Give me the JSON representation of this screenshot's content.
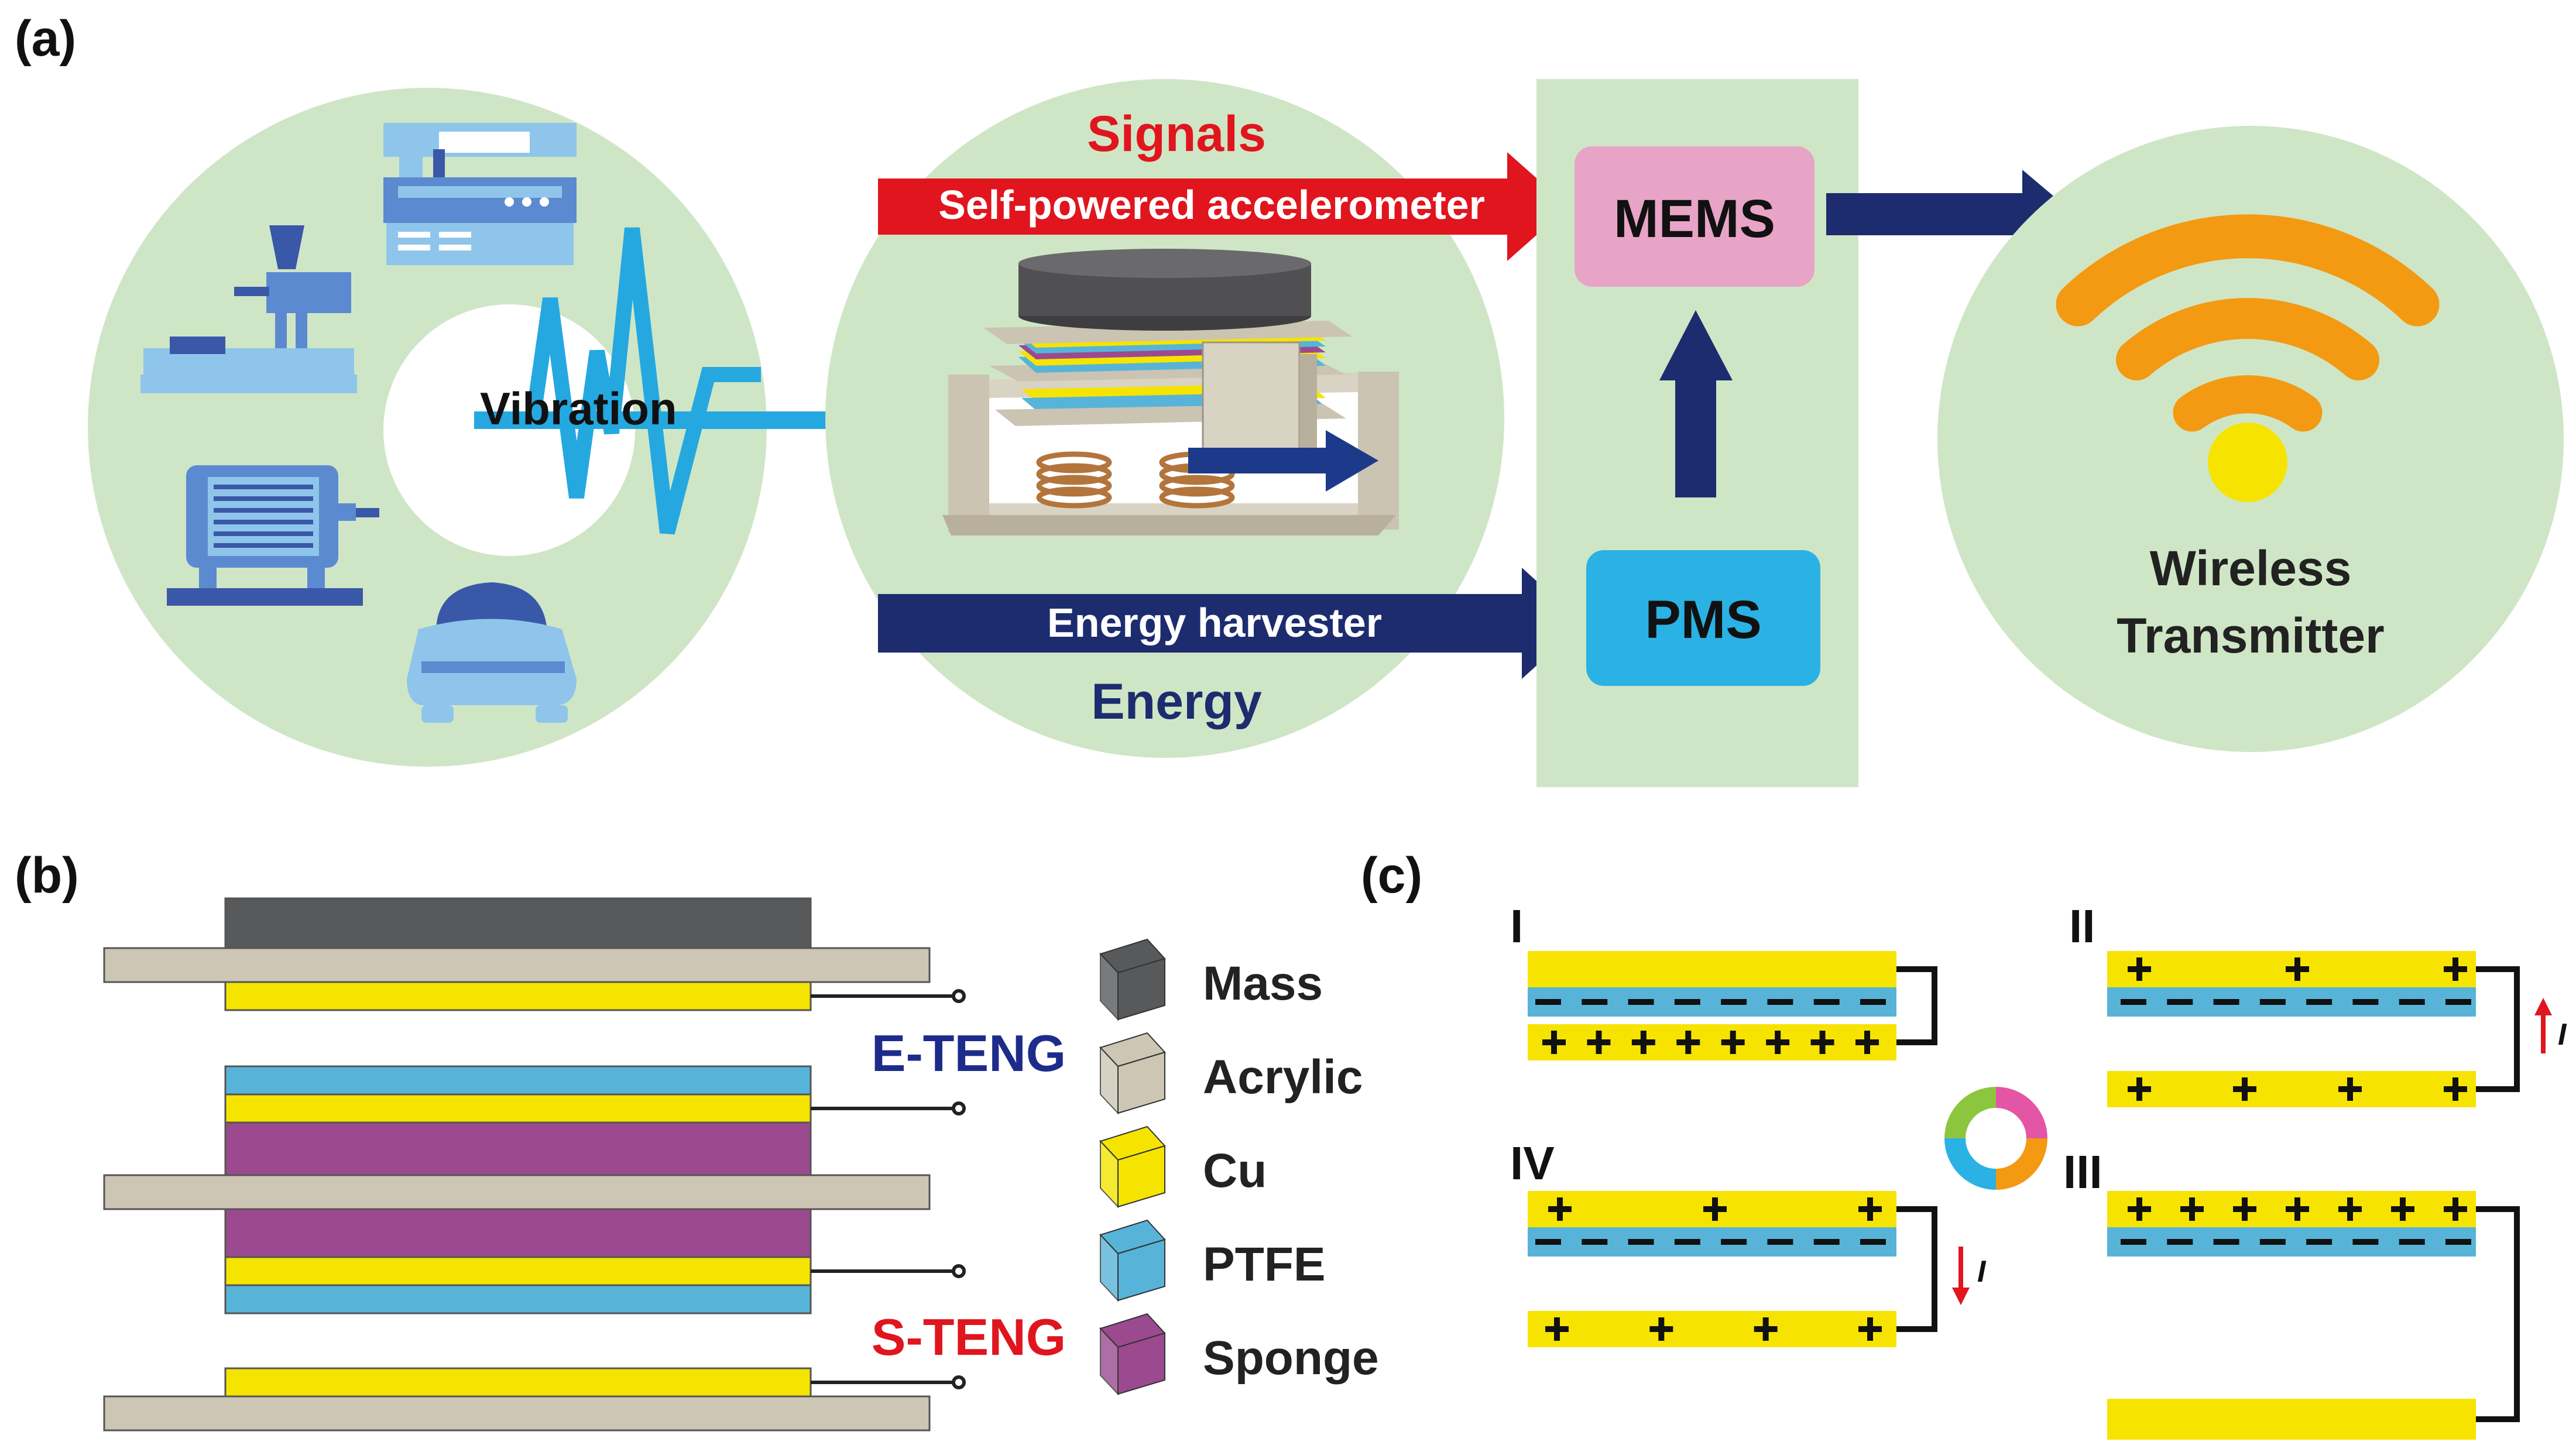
{
  "panels": {
    "a": "(a)",
    "b": "(b)",
    "c": "(c)"
  },
  "panel_a": {
    "vibration": "Vibration",
    "signals": "Signals",
    "accelerometer": "Self-powered accelerometer",
    "energy_harvester": "Energy harvester",
    "energy": "Energy",
    "mems": "MEMS",
    "pms": "PMS",
    "wireless_line1": "Wireless",
    "wireless_line2": "Transmitter"
  },
  "panel_b": {
    "e_teng": "E-TENG",
    "s_teng": "S-TENG",
    "legend": [
      {
        "label": "Mass",
        "color": "#58595b"
      },
      {
        "label": "Acrylic",
        "color": "#cdc6b4"
      },
      {
        "label": "Cu",
        "color": "#f5e400"
      },
      {
        "label": "PTFE",
        "color": "#57b4d8"
      },
      {
        "label": "Sponge",
        "color": "#9b4a8f"
      }
    ]
  },
  "panel_c": {
    "stage_1": "I",
    "stage_2": "II",
    "stage_3": "III",
    "stage_4": "IV",
    "current": "I"
  },
  "colors": {
    "circle_green": "#cfe6c6",
    "mems_pink": "#e8a4c7",
    "pms_blue": "#2ab2e4",
    "navy": "#1d2c6e",
    "red": "#e0151e",
    "wifi_orange": "#f39a12",
    "wifi_yellow": "#f6e400",
    "cu": "#f5e400",
    "ptfe": "#57b4d8",
    "sponge": "#9b4a8f",
    "acrylic": "#cdc6b4",
    "mass": "#58595b"
  }
}
